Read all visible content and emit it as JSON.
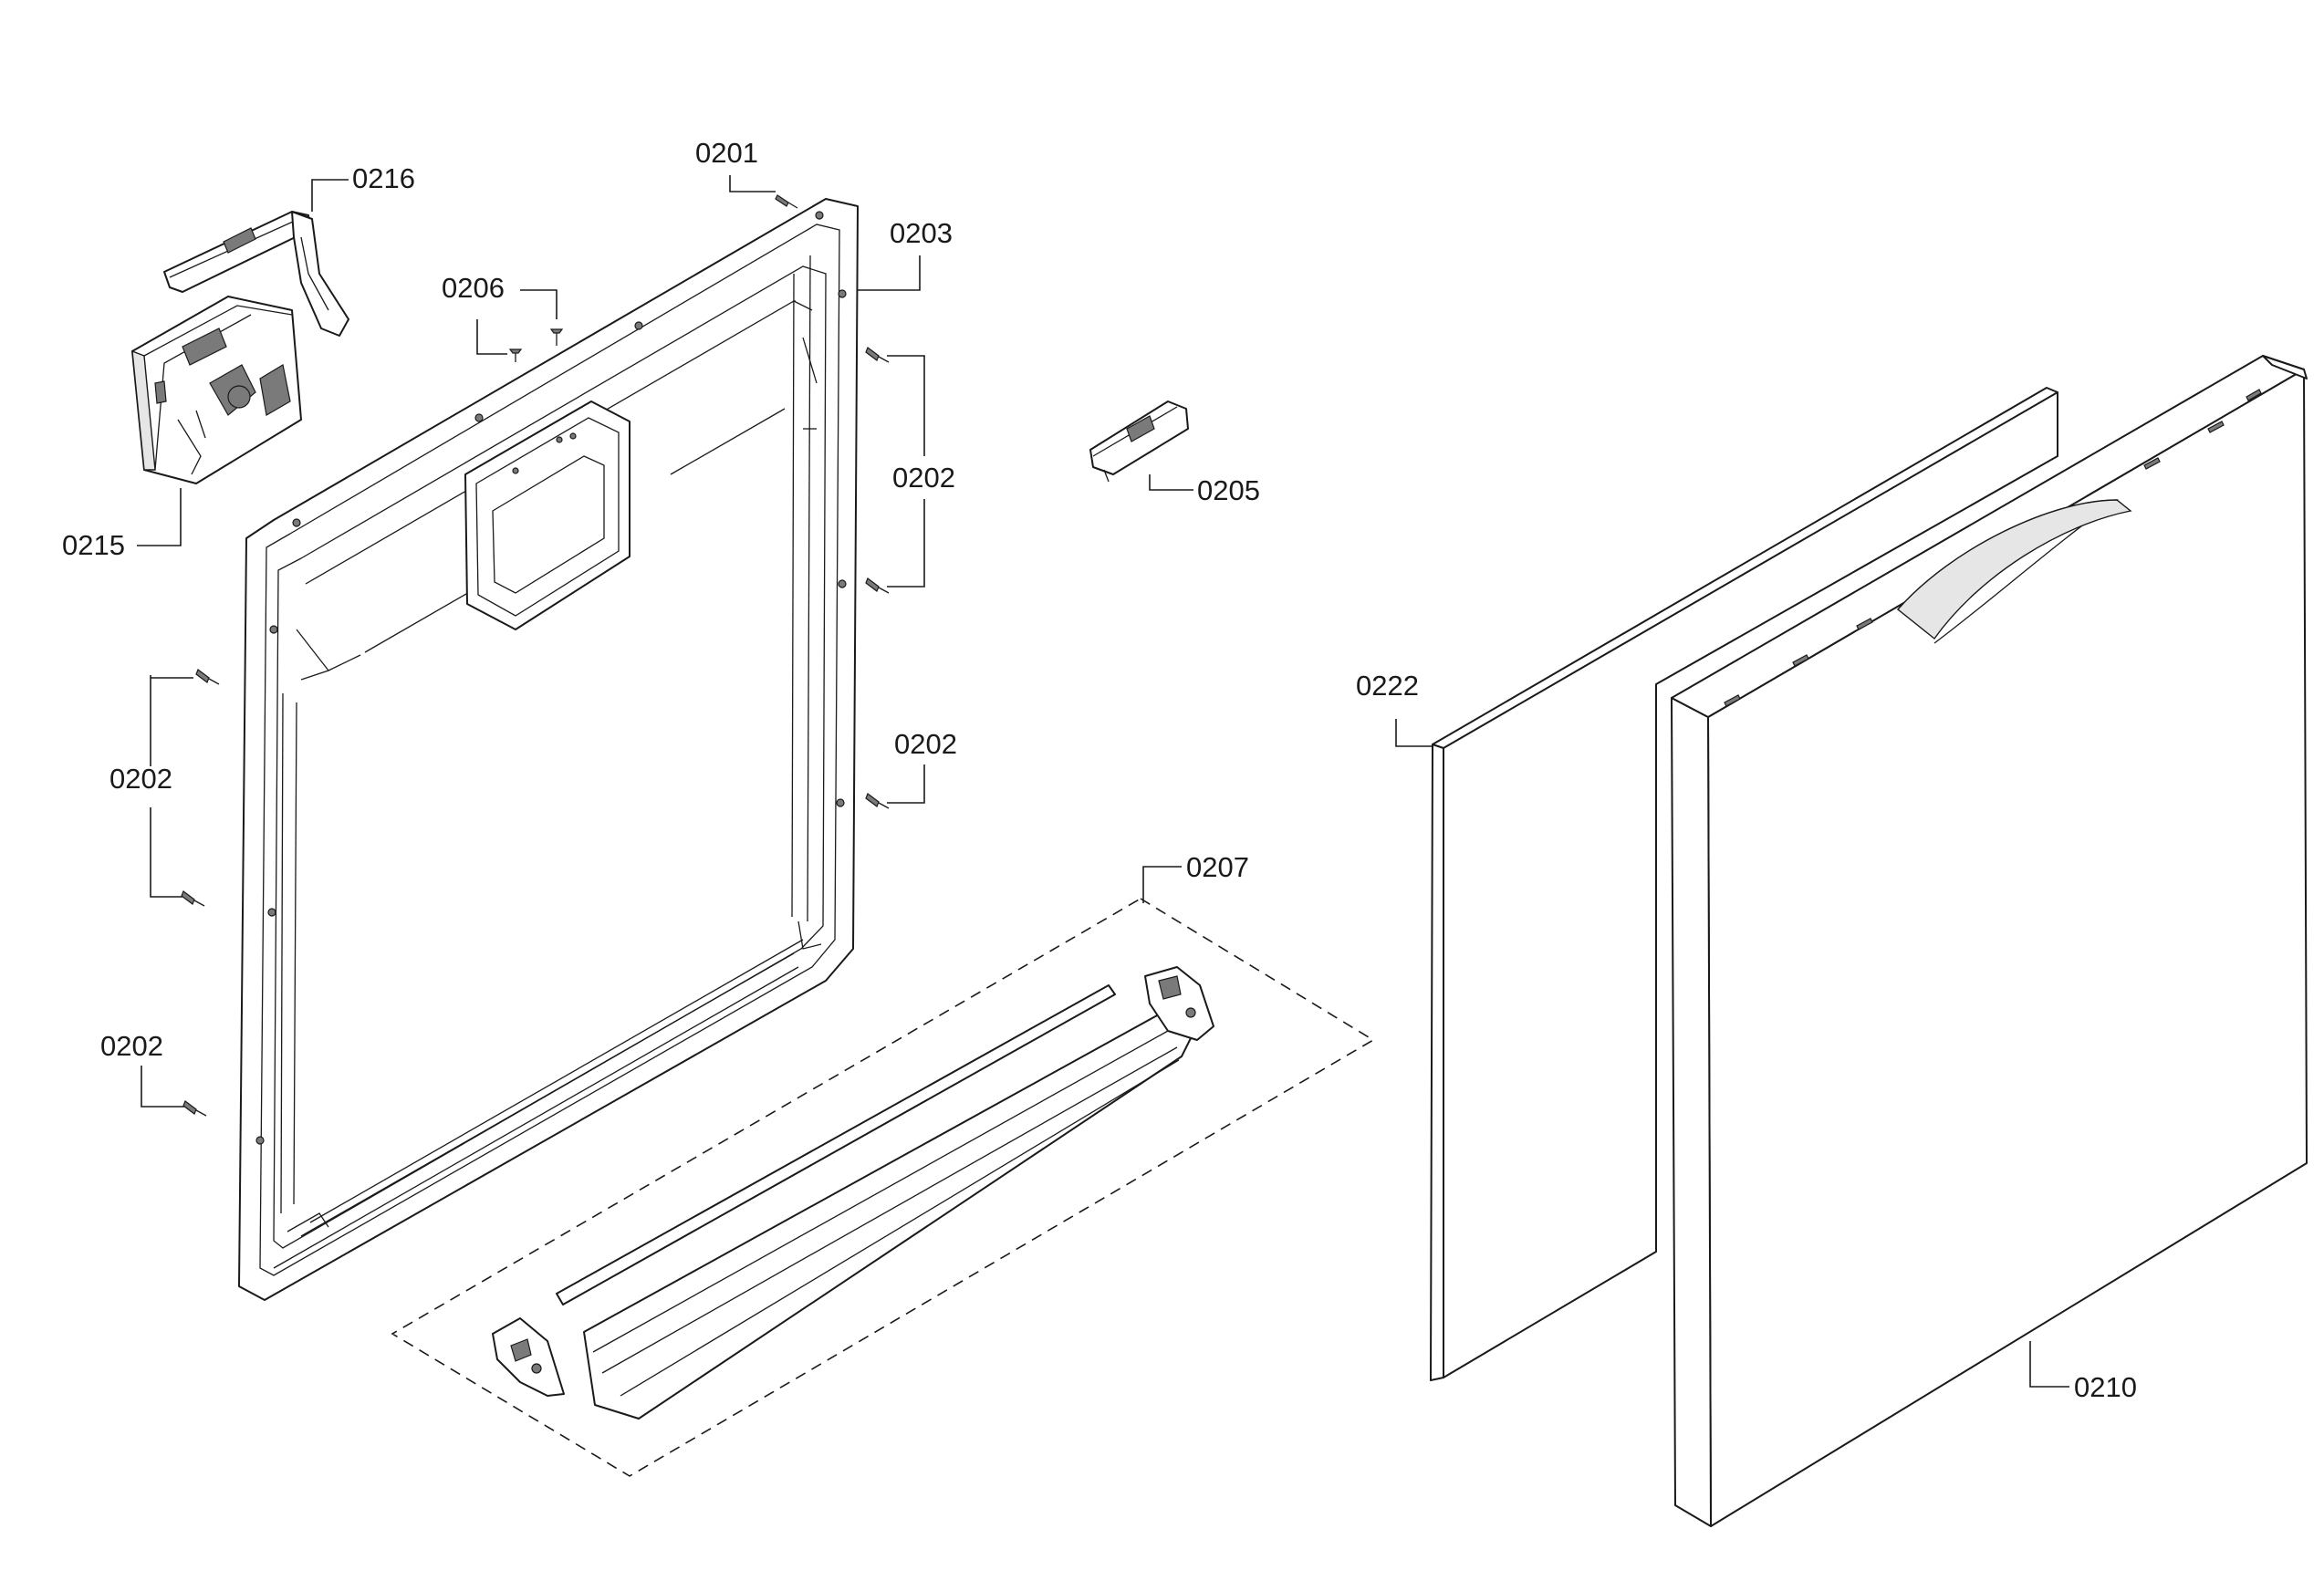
{
  "labels": {
    "p0201": "0201",
    "p0202a": "0202",
    "p0202b": "0202",
    "p0202c": "0202",
    "p0202d": "0202",
    "p0203": "0203",
    "p0205": "0205",
    "p0206": "0206",
    "p0207": "0207",
    "p0210": "0210",
    "p0215": "0215",
    "p0216": "0216",
    "p0222": "0222"
  }
}
